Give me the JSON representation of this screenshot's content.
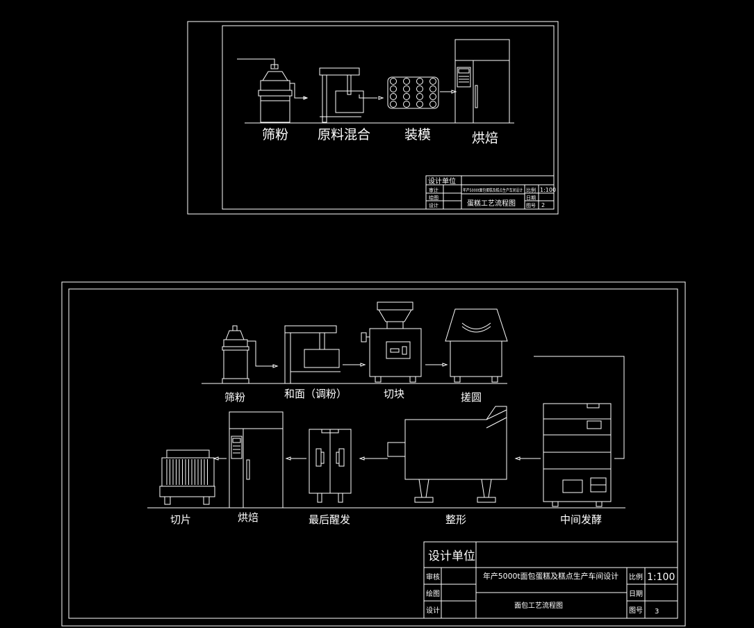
{
  "top_sheet": {
    "steps": [
      "筛粉",
      "原料混合",
      "装模",
      "烘焙"
    ],
    "title_block": {
      "design_unit": "设计单位",
      "project_title": "年产5000t面包蛋糕及糕点生产车间设计",
      "drawing_name": "蛋糕工艺流程图",
      "labels": {
        "design": "审计",
        "draw": "绘图",
        "check": "设计",
        "scale": "比例",
        "date": "日期",
        "sheet": "图号"
      },
      "scale_value": "1:100",
      "sheet_value": "2"
    }
  },
  "bottom_sheet": {
    "row1_steps": [
      "筛粉",
      "和面（调粉）",
      "切块",
      "搓圆"
    ],
    "row2_steps": [
      "切片",
      "烘焙",
      "最后醒发",
      "整形",
      "中间发酵"
    ],
    "title_block": {
      "design_unit": "设计单位",
      "project_title": "年产5000t面包蛋糕及糕点生产车间设计",
      "drawing_name": "面包工艺流程图",
      "labels": {
        "design": "审核",
        "draw": "绘图",
        "check": "设计",
        "scale": "比例",
        "date": "日期",
        "sheet": "图号"
      },
      "scale_value": "1:100",
      "sheet_value": "3"
    }
  }
}
